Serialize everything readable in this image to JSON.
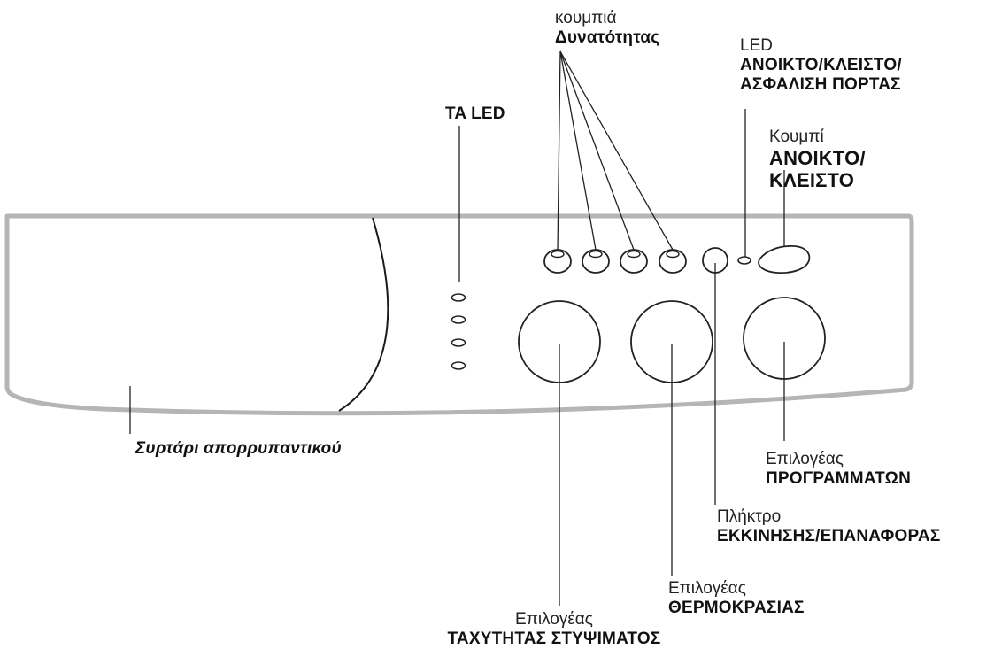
{
  "labels": {
    "option_buttons": {
      "sub": "κουμπιά",
      "main": "Δυνατότητας"
    },
    "leds": {
      "main": "TA LED"
    },
    "door_led": {
      "sub": "LED",
      "line1": "ΑΝΟΙΚΤΟ/ΚΛΕΙΣΤΟ/",
      "line2": "ΑΣΦΑΛΙΣΗ ΠΟΡΤΑΣ"
    },
    "onoff_button": {
      "sub": "Κουμπί",
      "line1": "ΑΝΟΙΚΤΟ/",
      "line2": "ΚΛΕΙΣΤΟ"
    },
    "detergent_drawer": {
      "main": "Συρτάρι απορρυπαντικού"
    },
    "program_selector": {
      "sub": "Επιλογέας",
      "main": "ΠΡΟΓΡΑΜΜΑΤΩΝ"
    },
    "start_reset": {
      "sub": "Πλήκτρο",
      "main": "ΕΚΚΙΝΗΣΗΣ/ΕΠΑΝΑΦΟΡΑΣ"
    },
    "temperature_selector": {
      "sub": "Επιλογέας",
      "main": "ΘΕΡΜΟΚΡΑΣΙΑΣ"
    },
    "spin_selector": {
      "sub": "Επιλογέας",
      "main": "ΤΑΧΥΤΗΤΑΣ ΣΤΥΨΙΜΑΤΟΣ"
    }
  }
}
